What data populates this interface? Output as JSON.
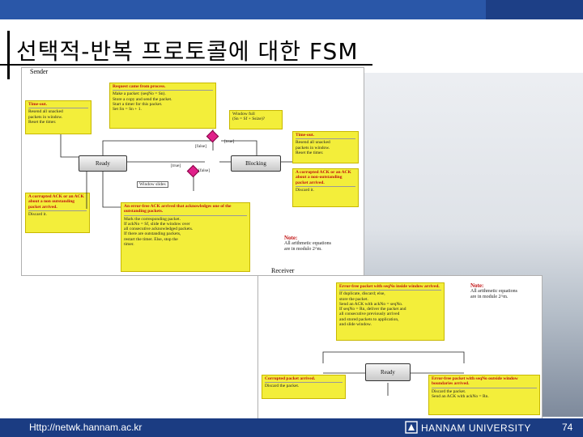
{
  "slide": {
    "title": "선택적-반복 프로토콜에 대한 FSM",
    "footer_url": "Http://netwk.hannam.ac.kr",
    "university": "HANNAM UNIVERSITY",
    "page_number": "74"
  },
  "sender": {
    "label": "Sender",
    "request": {
      "title": "Request came from process.",
      "lines": [
        "Make a packet: (seqNo = Sn).",
        "Store a copy and send the packet.",
        "Start a timer for this packet.",
        "Set Sn = Sn + 1."
      ]
    },
    "timeout_left": {
      "title": "Time-out.",
      "lines": [
        "Resend all unacked",
        "packets in window.",
        "Reset the timer."
      ]
    },
    "window_full": {
      "lines": [
        "Window full",
        "(Sn = Sf + Ssize)?"
      ]
    },
    "timeout_right": {
      "title": "Time-out.",
      "lines": [
        "Resend all unacked",
        "packets in window.",
        "Reset the timer."
      ]
    },
    "corrupted_right": {
      "title": "A corrupted ACK or an ACK about a non-outstanding packet arrived.",
      "lines": [
        "Discard it."
      ]
    },
    "corrupted_left": {
      "title": "A corrupted ACK or an ACK about a non outstanding packet arrived.",
      "lines": [
        "Discard it."
      ]
    },
    "errorfree": {
      "title": "An error-free ACK arrived that acknowledges one of the outstanding packets.",
      "lines": [
        "Mark the corresponding packet.",
        "If ackNo = Sf, slide the window over",
        "all consecutive acknowledged packets.",
        "If there are outstanding packets,",
        "restart the timer. Else, stop the",
        "timer."
      ]
    },
    "note": {
      "title": "Note:",
      "lines": [
        "All arithmetic equations",
        "are in modulo 2^m."
      ]
    },
    "states": {
      "ready": "Ready",
      "blocking": "Blocking"
    },
    "labels": {
      "false1": "[false]",
      "true1": "[true]",
      "true2": "[true]",
      "false2": "[false]",
      "window_slides": "Window slides"
    }
  },
  "receiver": {
    "label": "Receiver",
    "errorfree_inside": {
      "title": "Error-free packet with seqNo inside window arrived.",
      "lines": [
        "If duplicate, discard; else,",
        "store the packet.",
        "Send an ACK with ackNo = seqNo.",
        "If seqNo = Rn, deliver the packet and",
        "all consecutive previously arrived",
        "and stored packets to application,",
        "and slide window."
      ]
    },
    "note": {
      "title": "Note:",
      "lines": [
        "All arithmetic equations",
        "are in module 2^m."
      ]
    },
    "state": "Ready",
    "corrupted": {
      "title": "Corrupted packet arrived.",
      "lines": [
        "Discard the packet."
      ]
    },
    "outside": {
      "title": "Error-free packet with seqNo outside window boundaries arrived.",
      "lines": [
        "Discard the packet.",
        "Send an ACK with ackNo = Rn."
      ]
    }
  }
}
